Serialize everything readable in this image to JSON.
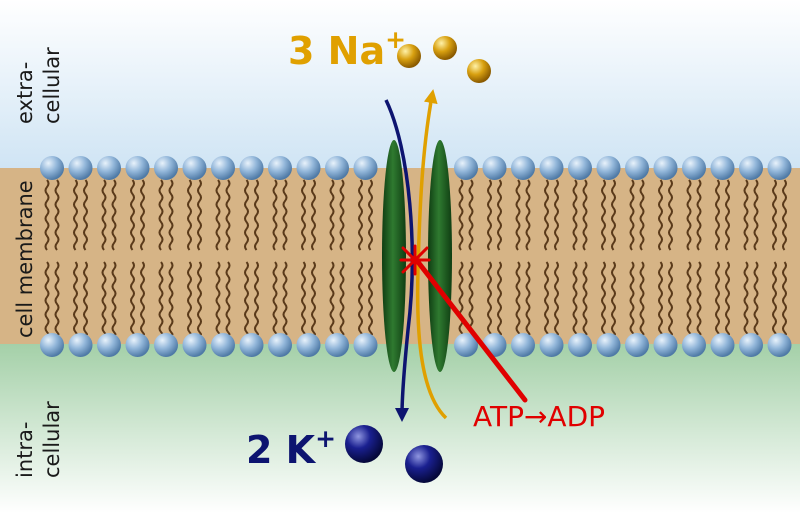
{
  "regions": {
    "extracellular": {
      "line1": "extra-",
      "line2": "cellular"
    },
    "membrane": {
      "label": "cell membrane"
    },
    "intracellular": {
      "line1": "intra-",
      "line2": "cellular"
    }
  },
  "sodium": {
    "count": "3 Na",
    "charge": "+",
    "color": "#e0a000"
  },
  "potassium": {
    "count": "2 K",
    "charge": "+",
    "color": "#0d1470"
  },
  "energy": {
    "label": "ATP→ADP",
    "color": "#e00000"
  },
  "colors": {
    "extracellular_bg": "#d7e9f6",
    "membrane_bg": "#d6b486",
    "intracellular_bg": "#a9d3ad",
    "lipid_head": "#8fb4d8",
    "lipid_tail": "#5a3a1a",
    "protein": "#1f5a1f"
  }
}
